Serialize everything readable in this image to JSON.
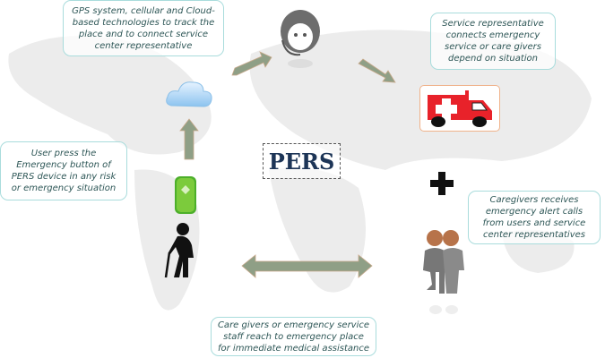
{
  "title": "PERS",
  "notes": {
    "gps": "GPS system, cellular and Cloud-based technologies to track the place and to connect service center representative",
    "service_rep": "Service representative connects emergency service or care givers depend on situation",
    "user": "User press the Emergency button of PERS device in any risk or emergency situation",
    "caregivers": "Caregivers receives emergency alert calls from users and service center representatives",
    "staff": "Care givers or emergency service staff reach to emergency place for immediate medical assistance"
  },
  "colors": {
    "note_border": "#a9dcdc",
    "note_text": "#2d5656",
    "arrow": "#8f9f86",
    "ambulance": "#e8222a",
    "title": "#1d3557"
  }
}
